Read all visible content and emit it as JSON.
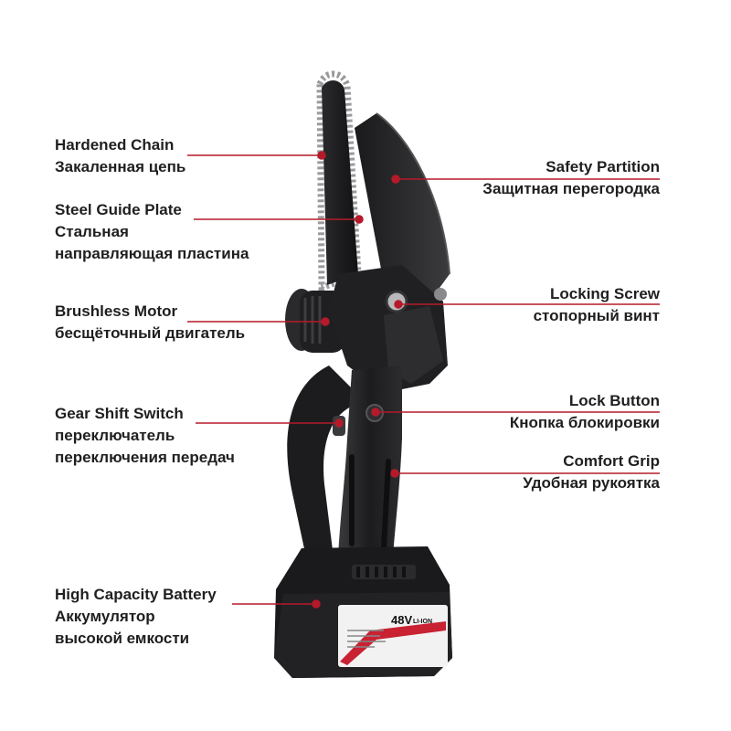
{
  "colors": {
    "accent": "#b51a2a",
    "tool_body": "#1d1d1f",
    "battery_stripe": "#c82233"
  },
  "callouts": {
    "hardened_chain": {
      "en": "Hardened Chain",
      "ru": "Закаленная цепь"
    },
    "steel_guide_plate": {
      "en": "Steel Guide Plate",
      "ru": "Стальная\nнаправляющая пластина"
    },
    "brushless_motor": {
      "en": "Brushless Motor",
      "ru": "бесщёточный двигатель"
    },
    "gear_shift_switch": {
      "en": "Gear Shift Switch",
      "ru": "переключатель\nпереключения передач"
    },
    "high_capacity_battery": {
      "en": "High Capacity Battery",
      "ru": "Аккумулятор\nвысокой емкости"
    },
    "safety_partition": {
      "en": "Safety Partition",
      "ru": "Защитная перегородка"
    },
    "locking_screw": {
      "en": "Locking Screw",
      "ru": "стопорный винт"
    },
    "lock_button": {
      "en": "Lock Button",
      "ru": "Кнопка блокировки"
    },
    "comfort_grip": {
      "en": "Comfort Grip",
      "ru": "Удобная рукоятка"
    }
  },
  "battery": {
    "voltage": "48V",
    "chemistry": "LI-ION"
  }
}
